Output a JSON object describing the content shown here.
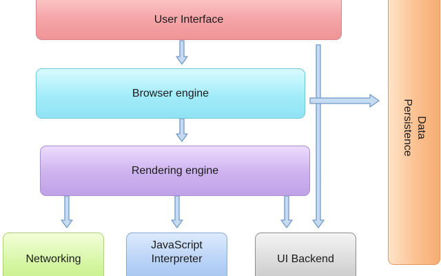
{
  "diagram": {
    "user_interface": "User  Interface",
    "browser_engine": "Browser engine",
    "rendering_engine": "Rendering engine",
    "networking": "Networking",
    "javascript_interpreter": "JavaScript\nInterpreter",
    "ui_backend": "UI Backend",
    "data_persistence": "Data Persistence"
  },
  "colors": {
    "arrow_fill": "#c6dbf2",
    "arrow_stroke": "#6f98c6"
  }
}
